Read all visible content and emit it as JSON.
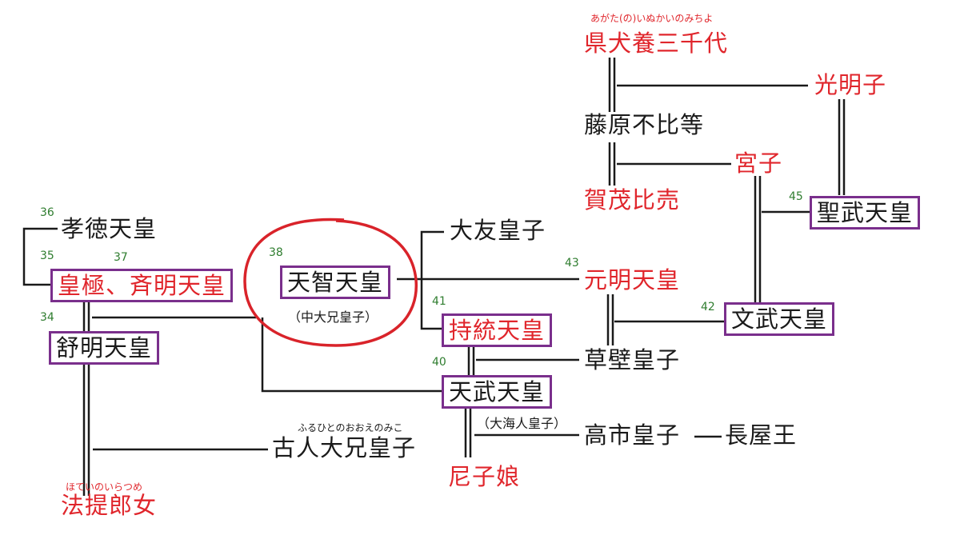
{
  "colors": {
    "text": "#1a1a1a",
    "female": "#e0262c",
    "emperor_box": "#7a2f8c",
    "reign_number": "#2f7d2f",
    "highlight_circle": "#d9232a"
  },
  "persons": {
    "agata": "県犬養三千代",
    "koumyoushi": "光明子",
    "fuhito": "藤原不比等",
    "miyako": "宮子",
    "kamo": "賀茂比売",
    "shoumu": "聖武天皇",
    "koutoku": "孝徳天皇",
    "kougyoku": "皇極、斉明天皇",
    "jomei": "舒明天皇",
    "tenji": "天智天皇",
    "ootomo": "大友皇子",
    "genmei": "元明天皇",
    "monmu": "文武天皇",
    "jitou": "持統天皇",
    "kusakabe": "草壁皇子",
    "tenmu": "天武天皇",
    "takechi": "高市皇子",
    "nagaya": "長屋王",
    "furuhito": "古人大兄皇子",
    "amako": "尼子娘",
    "hotei": "法提郎女"
  },
  "readings": {
    "agata": "あがた(の)いぬかいのみちよ",
    "furuhito": "ふるひとのおおえのみこ",
    "hotei": "ほていのいらつめ"
  },
  "alt_names": {
    "tenji": "（中大兄皇子）",
    "tenmu": "（大海人皇子）"
  },
  "reign_numbers": {
    "koutoku": "36",
    "kougyoku": "35",
    "saimei": "37",
    "jomei": "34",
    "tenji": "38",
    "jitou": "41",
    "tenmu": "40",
    "genmei": "43",
    "monmu": "42",
    "shoumu": "45"
  }
}
